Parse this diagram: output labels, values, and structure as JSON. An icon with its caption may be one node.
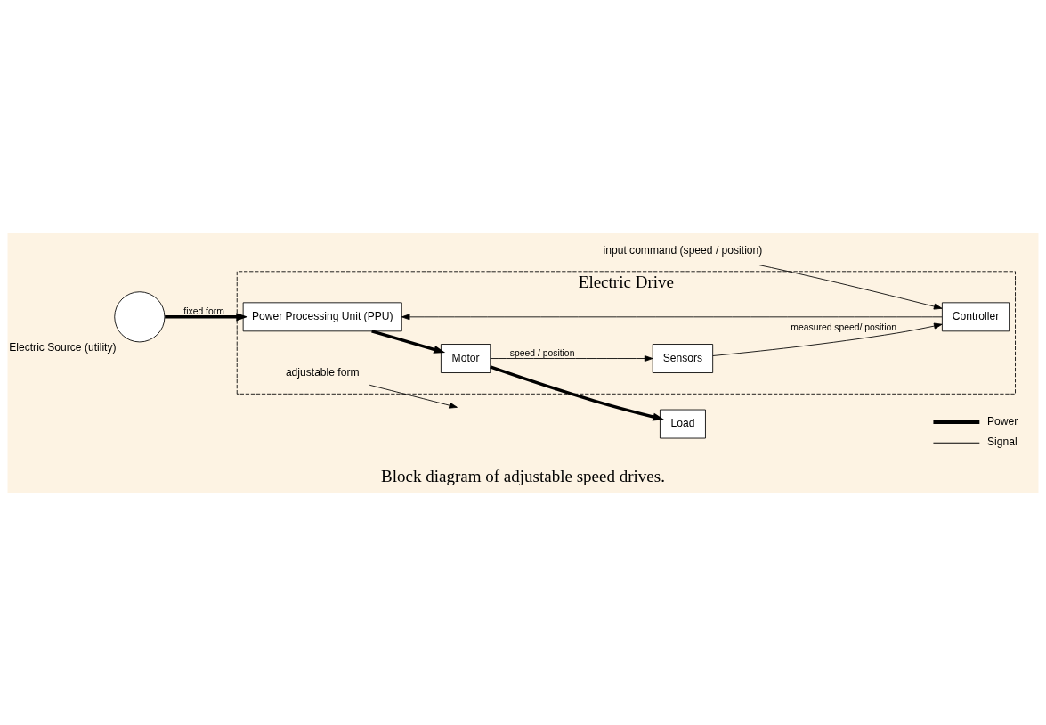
{
  "diagram": {
    "caption": "Block diagram of adjustable speed drives.",
    "nodes": [
      {
        "text": [
          "Electric Drive"
        ]
      },
      {
        "text": [],
        "shape": "circle",
        "beside": [
          "Electric Source (utility)"
        ]
      },
      {
        "text": [
          "Power Processing Unit (PPU)"
        ],
        "in": 0
      },
      {
        "text": [
          "Motor"
        ],
        "in": 0
      },
      {
        "text": [
          "Load"
        ]
      },
      {
        "text": [
          "adjustable form"
        ],
        "in": 0
      },
      {
        "text": [
          "Sensors"
        ],
        "in": 0
      },
      {
        "text": [
          "Controller"
        ],
        "in": 0
      },
      {
        "text": [
          "input command (speed / position)"
        ]
      }
    ],
    "edges": [
      {
        "from": 1,
        "to": 2,
        "arrow": "to",
        "style": "thick",
        "label": "fixed form"
      },
      {
        "from": 2,
        "to": 3,
        "arrow": "to",
        "style": "thick"
      },
      {
        "from": 5,
        "to": null,
        "arrow": "to"
      },
      {
        "from": 3,
        "to": 4,
        "arrow": "to",
        "style": "thick"
      },
      {
        "from": 3,
        "to": 6,
        "arrow": "to",
        "label": "speed / position"
      },
      {
        "from": 6,
        "to": 7,
        "arrow": "to",
        "label": "measured speed/ position"
      },
      {
        "from": 8,
        "to": 7,
        "arrow": "to"
      },
      {
        "from": 7,
        "to": 2,
        "arrow": "to"
      }
    ],
    "legend": [
      {
        "text": "Power"
      },
      {
        "text": "Signal"
      }
    ]
  }
}
